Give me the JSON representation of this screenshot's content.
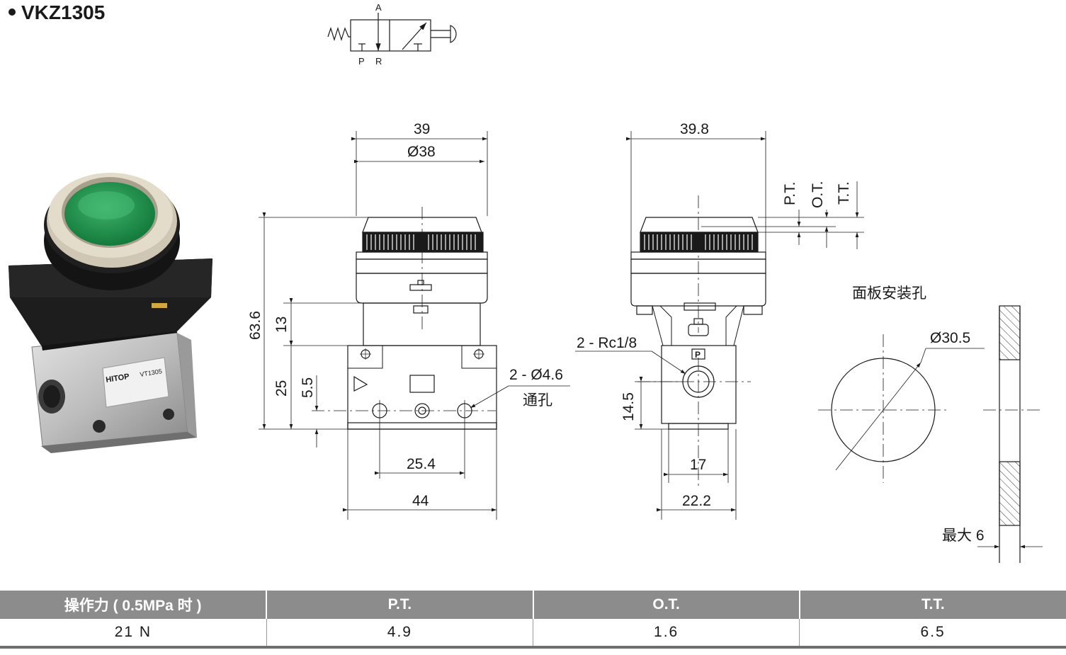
{
  "model": "VKZ1305",
  "symbol": {
    "port_a": "A",
    "port_p": "P",
    "port_r": "R"
  },
  "product_label": {
    "brand": "HITOP",
    "model": "VT1305"
  },
  "front_view": {
    "width_top": "39",
    "diameter_button": "Ø38",
    "height_total": "63.6",
    "dim_13": "13",
    "dim_25": "25",
    "dim_5_5": "5.5",
    "hole_spacing": "25.4",
    "base_width": "44",
    "holes_label": "2 - Ø4.6",
    "holes_note": "通孔"
  },
  "side_view": {
    "width_top": "39.8",
    "pt": "P.T.",
    "ot": "O.T.",
    "tt": "T.T.",
    "port_label": "2 - Rc1/8",
    "port_mark": "P",
    "dim_14_5": "14.5",
    "dim_17": "17",
    "dim_22_2": "22.2"
  },
  "panel": {
    "title": "面板安装孔",
    "hole_diameter": "Ø30.5",
    "max_thickness": "最大 6"
  },
  "table": {
    "headers": [
      "操作力 ( 0.5MPa 时 )",
      "P.T.",
      "O.T.",
      "T.T."
    ],
    "values": [
      "21 N",
      "4.9",
      "1.6",
      "6.5"
    ]
  }
}
